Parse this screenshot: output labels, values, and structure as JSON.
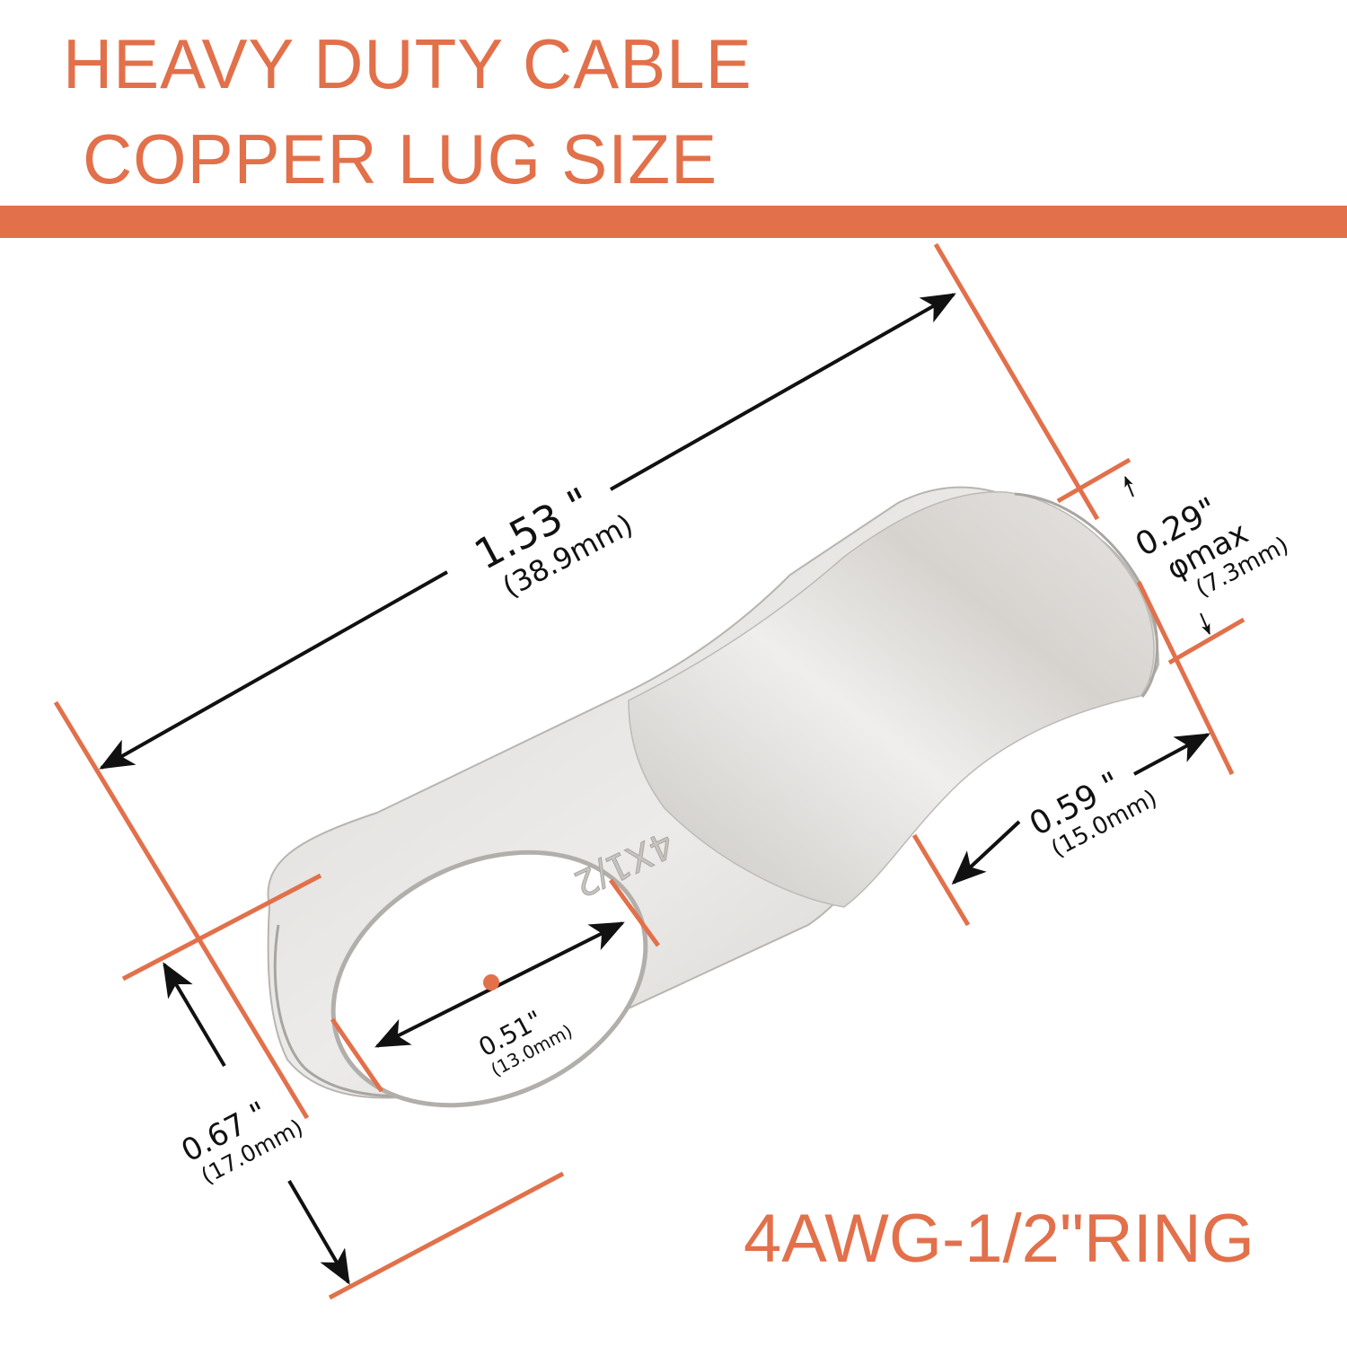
{
  "header": {
    "title_line_1": "HEAVY DUTY CABLE",
    "title_line_2": "COPPER LUG SIZE",
    "accent_color": "#e2704a"
  },
  "product": {
    "model": "4AWG-1/2\"RING",
    "stamp": "4X1/2"
  },
  "dimensions": {
    "overall_length": {
      "inch": "1.53 \"",
      "mm": "(38.9mm)"
    },
    "barrel_inner_diameter": {
      "inch": "0.29\"",
      "note": "φmax",
      "mm": "(7.3mm)"
    },
    "barrel_length": {
      "inch": "0.59 \"",
      "mm": "(15.0mm)"
    },
    "hole_diameter": {
      "inch": "0.51\"",
      "mm": "(13.0mm)"
    },
    "ring_width": {
      "inch": "0.67 \"",
      "mm": "(17.0mm)"
    }
  },
  "colors": {
    "accent": "#e2704a",
    "lug_metal": "#d9d7d4",
    "lug_shadow": "#b9b6b2",
    "arrow": "#111111"
  }
}
